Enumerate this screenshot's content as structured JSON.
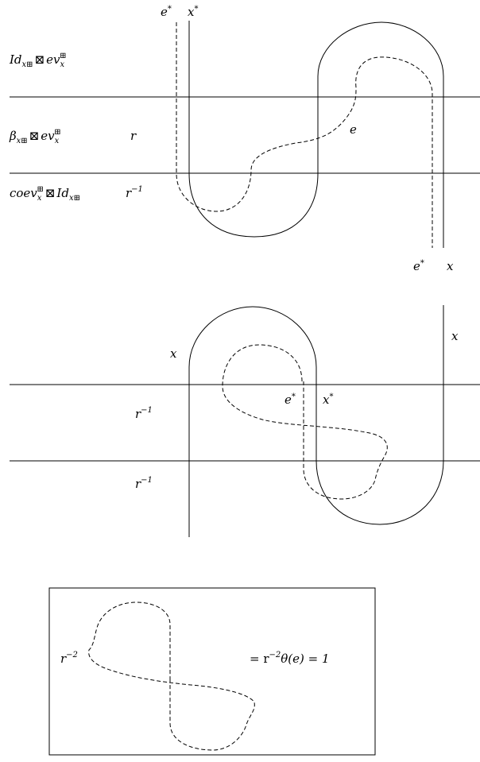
{
  "panel_top": {
    "row_labels": [
      {
        "base": "Id",
        "sub": "x⊞",
        "op": "⊠",
        "base2": "ev",
        "sub2": "x",
        "sup2": "⊞"
      },
      {
        "base": "β",
        "sub": "x⊞",
        "op": "⊠",
        "base2": "ev",
        "sub2": "x",
        "sup2": "⊞"
      },
      {
        "base": "coev",
        "sub": "x",
        "sup": "⊞",
        "op": "⊠",
        "base2": "Id",
        "sub2": "x⊞"
      }
    ],
    "r_labels": [
      {
        "base": "r",
        "sup": ""
      },
      {
        "base": "r",
        "sup": "−1"
      }
    ],
    "strand_labels": {
      "top_e_star": {
        "base": "e",
        "sup": "*"
      },
      "top_x_star": {
        "base": "x",
        "sup": "*"
      },
      "mid_e": "e",
      "bottom_e_star": {
        "base": "e",
        "sup": "*"
      },
      "bottom_x": "x"
    }
  },
  "panel_middle": {
    "r_labels": [
      {
        "base": "r",
        "sup": "−1"
      },
      {
        "base": "r",
        "sup": "−1"
      }
    ],
    "strand_labels": {
      "left_x": "x",
      "right_x": "x",
      "e_star": {
        "base": "e",
        "sup": "*"
      },
      "x_star": {
        "base": "x",
        "sup": "*"
      }
    }
  },
  "panel_bottom": {
    "left_label": {
      "base": "r",
      "sup": "−2"
    },
    "equation": {
      "prefix": "= r",
      "sup": "−2",
      "suffix": "θ(e) = 1"
    }
  }
}
